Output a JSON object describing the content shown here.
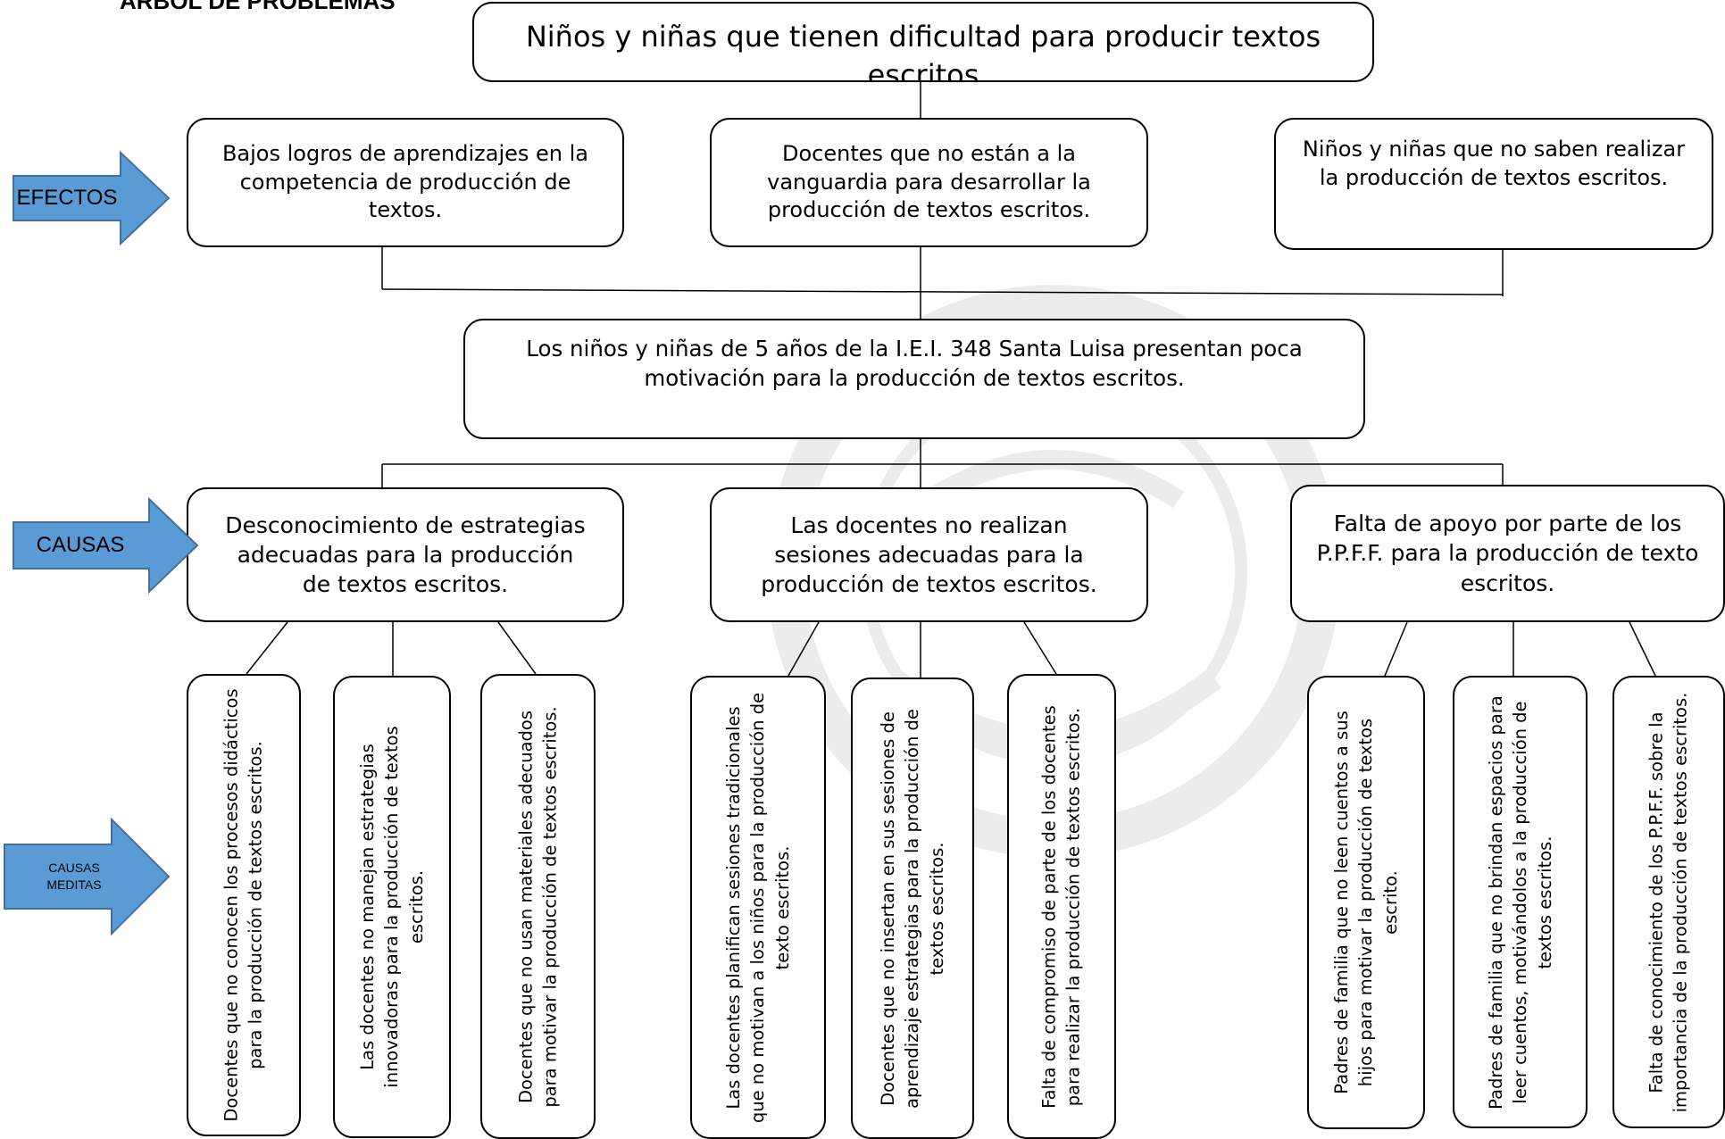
{
  "heading": "ÁRBOL DE PROBLEMAS",
  "colors": {
    "arrow_fill": "#5b9bd5",
    "arrow_stroke": "#41719c",
    "watermark": "#e6e6e6"
  },
  "labels": {
    "efectos": "EFECTOS",
    "causas": "CAUSAS",
    "causas_mediatas_line1": "CAUSAS",
    "causas_mediatas_line2": "MEDITAS"
  },
  "top_effect": "Niños y niñas que tienen dificultad para producir textos escritos",
  "effects": [
    "Bajos logros de aprendizajes en la competencia de producción de textos.",
    "Docentes que no están a la vanguardia para desarrollar la producción de textos escritos.",
    "Niños y niñas que no saben realizar la producción de textos escritos."
  ],
  "central_problem": "Los niños y niñas de 5 años de la I.E.I. 348 Santa Luisa presentan poca motivación para la producción de textos escritos.",
  "causes": [
    {
      "text": "Desconocimiento de estrategias adecuadas para la producción de textos escritos.",
      "sub": [
        "Docentes que no conocen los procesos didácticos para la producción de textos escritos.",
        "Las docentes no manejan estrategias innovadoras para la producción de textos escritos.",
        "Docentes que no usan materiales adecuados para motivar la producción de textos escritos."
      ]
    },
    {
      "text": "Las docentes no realizan sesiones adecuadas para la producción de textos escritos.",
      "sub": [
        "Las docentes  planifican sesiones tradicionales que no motivan a los niños para la producción de texto escritos.",
        "Docentes que no insertan en sus sesiones de aprendizaje estrategias para la producción de textos escritos.",
        "Falta de compromiso de parte de los docentes para realizar la producción de textos escritos."
      ]
    },
    {
      "text": "Falta de apoyo por parte de los P.P.F.F. para la producción de texto escritos.",
      "sub": [
        "Padres de familia que no leen cuentos a sus hijos para motivar la producción de textos escrito.",
        "Padres de familia que no brindan espacios para leer cuentos, motivándolos a la producción de textos escritos.",
        "Falta de conocimiento de los P.P.F.F. sobre la importancia de la producción de  textos escritos."
      ]
    }
  ]
}
